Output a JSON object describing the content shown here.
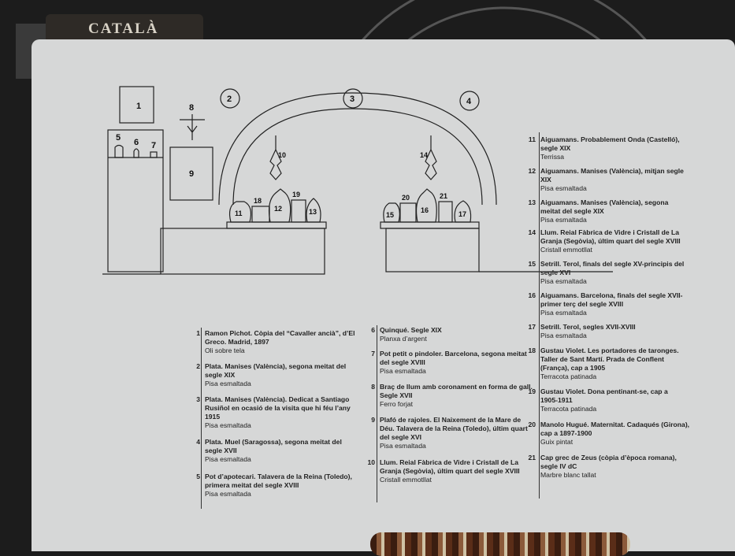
{
  "tab_label": "CATALÀ",
  "diagram": {
    "labels": [
      "1",
      "2",
      "3",
      "4",
      "5",
      "6",
      "7",
      "8",
      "9",
      "10",
      "11",
      "12",
      "13",
      "14",
      "15",
      "16",
      "17",
      "18",
      "19",
      "20",
      "21"
    ]
  },
  "entries_left": [
    {
      "num": "1",
      "title": "Ramon Pichot. Còpia del “Cavaller ancià”, d’El Greco. Madrid, 1897",
      "material": "Oli sobre tela"
    },
    {
      "num": "2",
      "title": "Plata. Manises (València), segona meitat del segle XIX",
      "material": "Pisa esmaltada"
    },
    {
      "num": "3",
      "title": "Plata. Manises (València). Dedicat a Santiago Rusiñol en ocasió de la visita que hi féu l’any 1915",
      "material": "Pisa esmaltada"
    },
    {
      "num": "4",
      "title": "Plata. Muel (Saragossa), segona meitat del segle XVII",
      "material": "Pisa esmaltada"
    },
    {
      "num": "5",
      "title": "Pot d’apotecari. Talavera de la Reina (Toledo), primera meitat del segle XVIII",
      "material": "Pisa esmaltada"
    }
  ],
  "entries_mid": [
    {
      "num": "6",
      "title": "Quinqué. Segle XIX",
      "material": "Planxa d’argent"
    },
    {
      "num": "7",
      "title": "Pot petit o pindoler. Barcelona, segona meitat del segle XVIII",
      "material": "Pisa esmaltada"
    },
    {
      "num": "8",
      "title": "Braç de llum amb coronament en forma de gall. Segle XVII",
      "material": "Ferro forjat"
    },
    {
      "num": "9",
      "title": "Plafó de rajoles. El Naixement de la Mare de Déu. Talavera de la Reina (Toledo), últim quart del segle XVI",
      "material": "Pisa esmaltada"
    },
    {
      "num": "10",
      "title": "Llum. Reial Fàbrica de Vidre i Cristall de La Granja (Segòvia), últim quart del segle XVIII",
      "material": "Cristall emmotllat"
    }
  ],
  "entries_right": [
    {
      "num": "11",
      "title": "Aiguamans. Probablement Onda (Castelló), segle XIX",
      "material": "Terrissa"
    },
    {
      "num": "12",
      "title": "Aiguamans. Manises (València), mitjan segle XIX",
      "material": "Pisa esmaltada"
    },
    {
      "num": "13",
      "title": "Aiguamans. Manises (València), segona meitat del segle XIX",
      "material": "Pisa esmaltada"
    },
    {
      "num": "14",
      "title": "Llum. Reial Fàbrica de Vidre i Cristall de La Granja (Segòvia), últim quart del segle XVIII",
      "material": "Cristall emmotllat"
    },
    {
      "num": "15",
      "title": "Setrill. Terol, finals del segle XV-principis del segle XVI",
      "material": "Pisa esmaltada"
    },
    {
      "num": "16",
      "title": "Aiguamans. Barcelona, finals del segle XVII-primer terç del segle XVIII",
      "material": "Pisa esmaltada"
    },
    {
      "num": "17",
      "title": "Setrill. Terol, segles XVII-XVIII",
      "material": "Pisa esmaltada"
    },
    {
      "num": "18",
      "title": "Gustau Violet. Les portadores de taronges. Taller de Sant Martí. Prada de Conflent (França), cap a 1905",
      "material": "Terracota patinada"
    },
    {
      "num": "19",
      "title": "Gustau Violet. Dona pentinant-se, cap a 1905-1911",
      "material": "Terracota patinada"
    },
    {
      "num": "20",
      "title": "Manolo Hugué. Maternitat. Cadaqués (Girona), cap a 1897-1900",
      "material": "Guix pintat"
    },
    {
      "num": "21",
      "title": "Cap grec de Zeus (còpia d’època romana), segle IV dC",
      "material": "Marbre blanc tallat"
    }
  ]
}
